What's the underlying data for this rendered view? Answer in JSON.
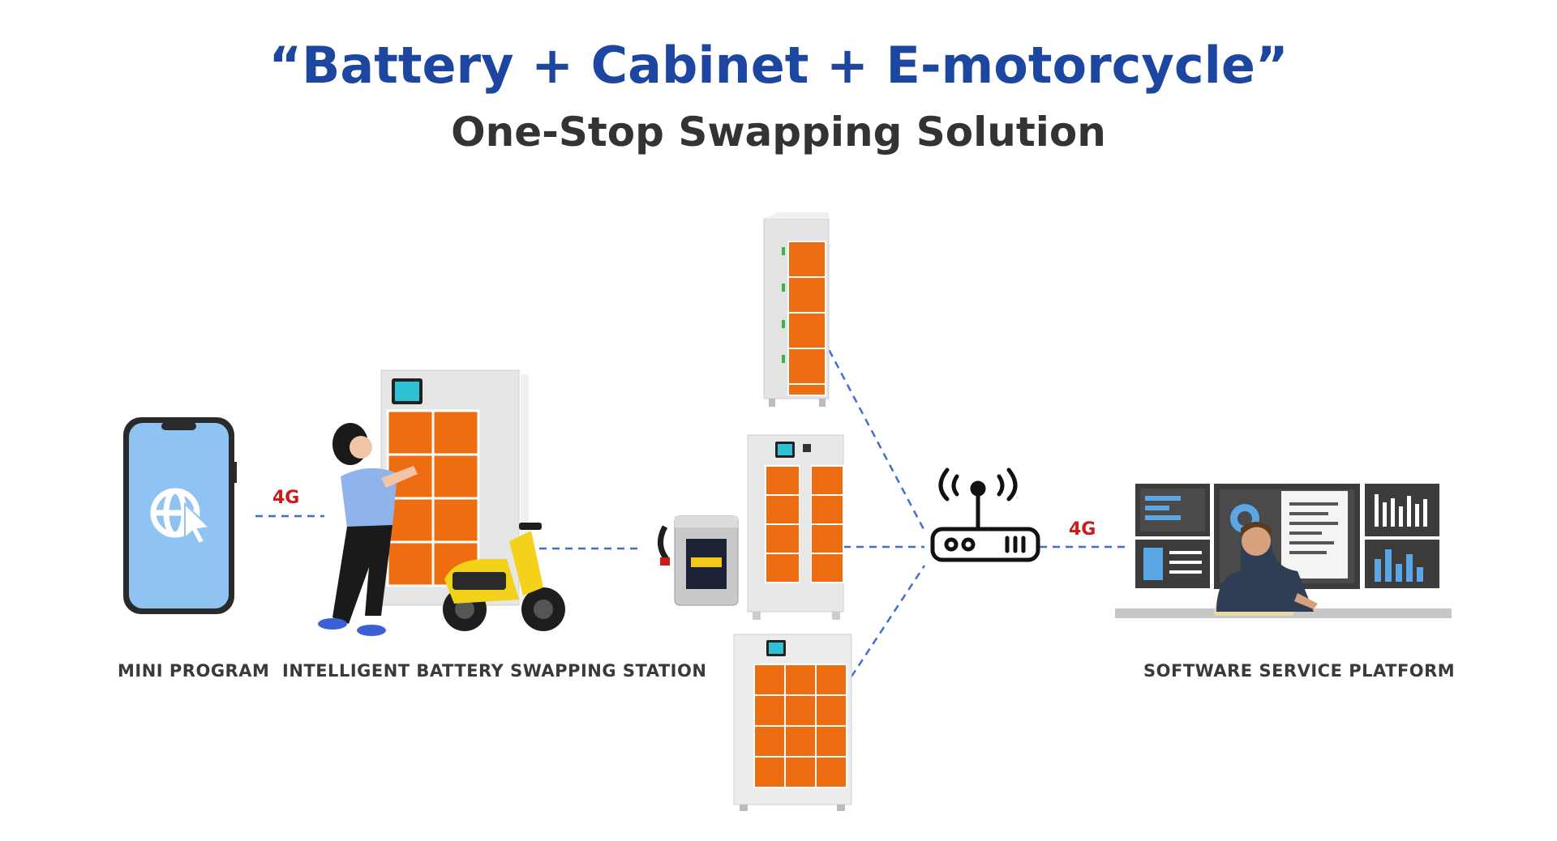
{
  "title": "“Battery + Cabinet + E-motorcycle”",
  "subtitle": "One-Stop Swapping Solution",
  "labels": {
    "mini_program": "MINI PROGRAM",
    "station": "INTELLIGENT BATTERY SWAPPING STATION",
    "platform": "SOFTWARE SERVICE PLATFORM"
  },
  "connections": {
    "left_network": "4G",
    "right_network": "4G"
  },
  "icons": [
    "smartphone-icon",
    "globe-cursor-icon",
    "router-icon",
    "battery-icon"
  ],
  "colors": {
    "title_blue": "#1c46a0",
    "locker_orange": "#ee6d10",
    "link_blue": "#3f6fd6",
    "network_red": "#cc1b1b"
  }
}
